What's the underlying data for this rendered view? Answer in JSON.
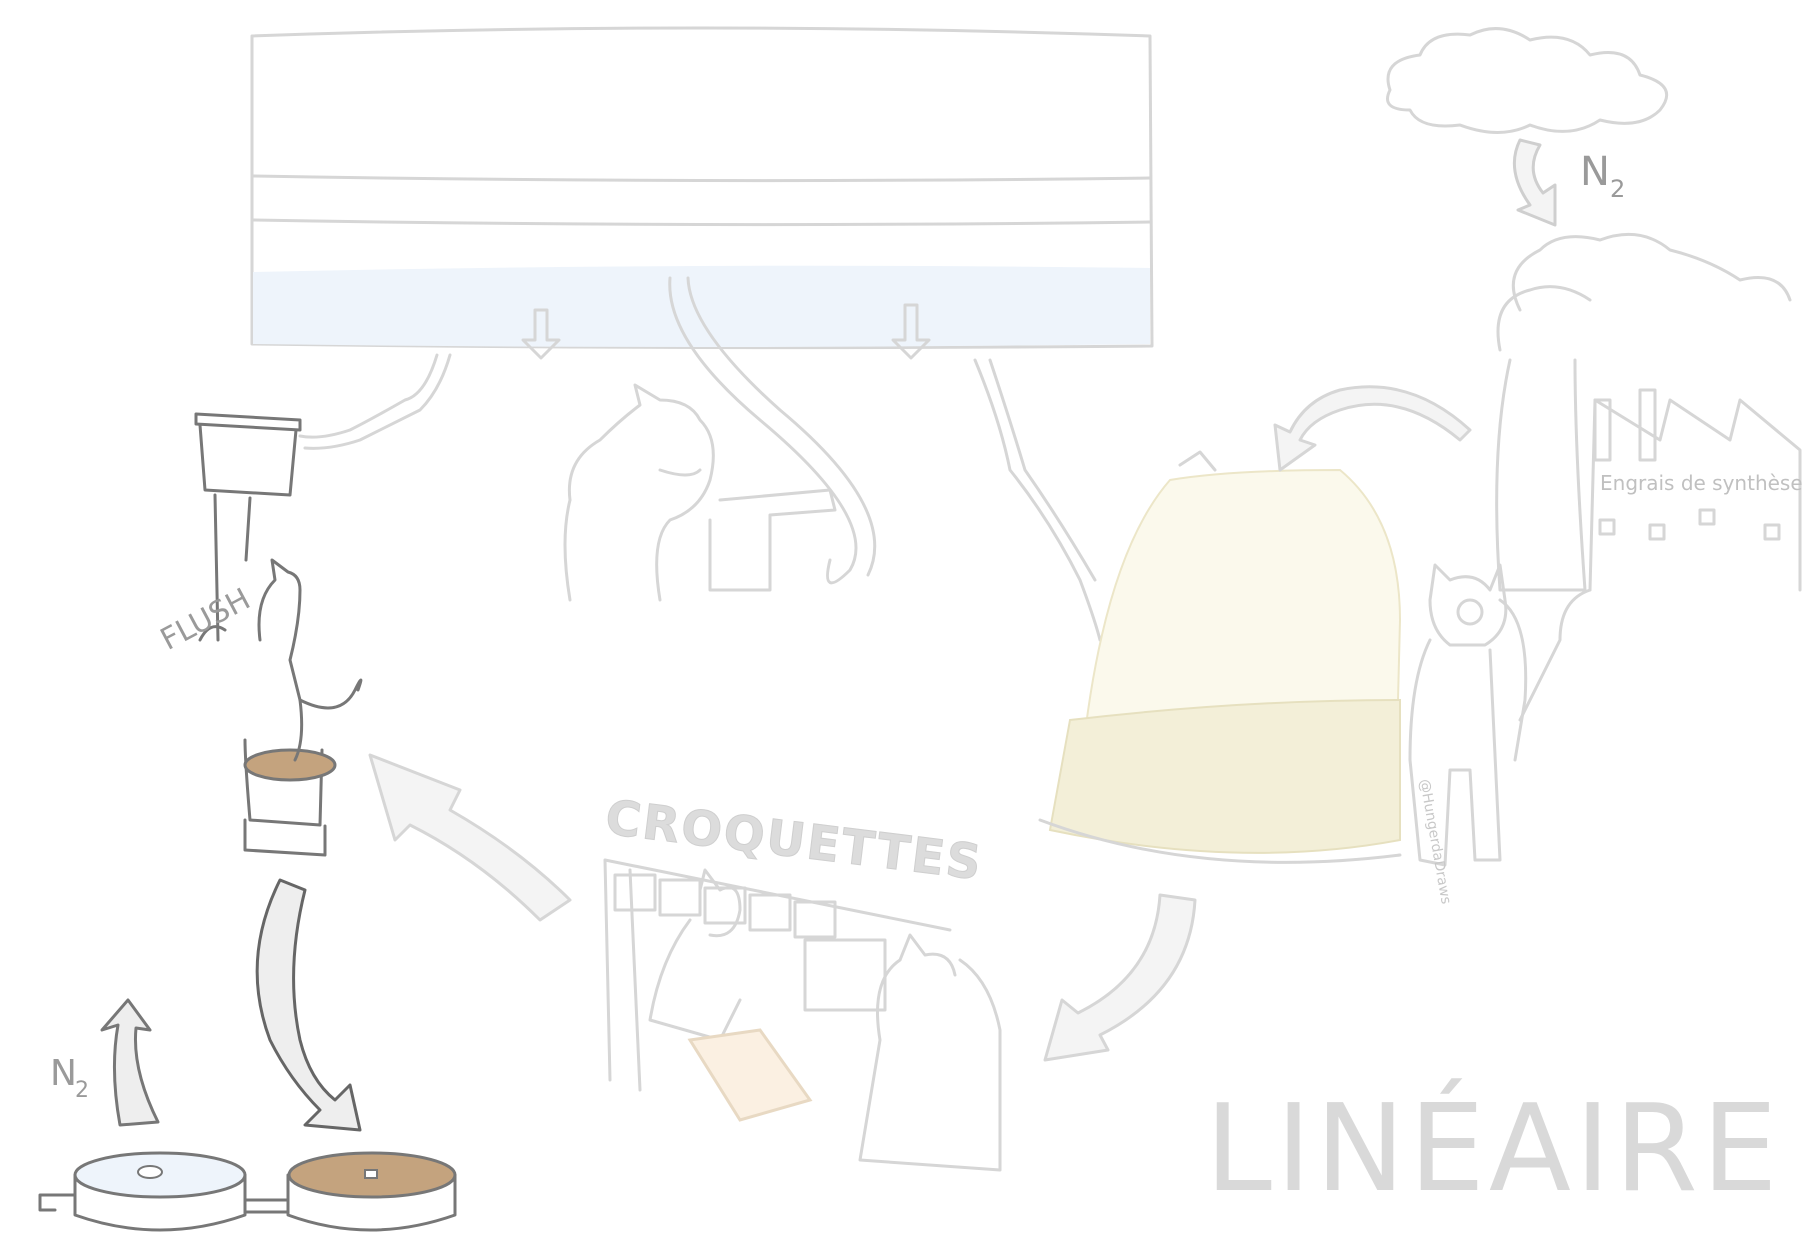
{
  "labels": {
    "n2_top": "N",
    "n2_top_sub": "2",
    "n2_bottom": "N",
    "n2_bottom_sub": "2",
    "factory": "Engrais de synthèse",
    "flush": "FLUSH",
    "croquettes": "CROQUETTES",
    "lineaire": "LINÉAIRE",
    "signature": "@HungerdaDraws"
  },
  "colors": {
    "outline": "#d6d6d6",
    "outline_dark": "#777777",
    "water": "#eef4fb",
    "brown": "#b89a78",
    "crop": "#f3efd8",
    "title_text": "#d9d9d9"
  }
}
